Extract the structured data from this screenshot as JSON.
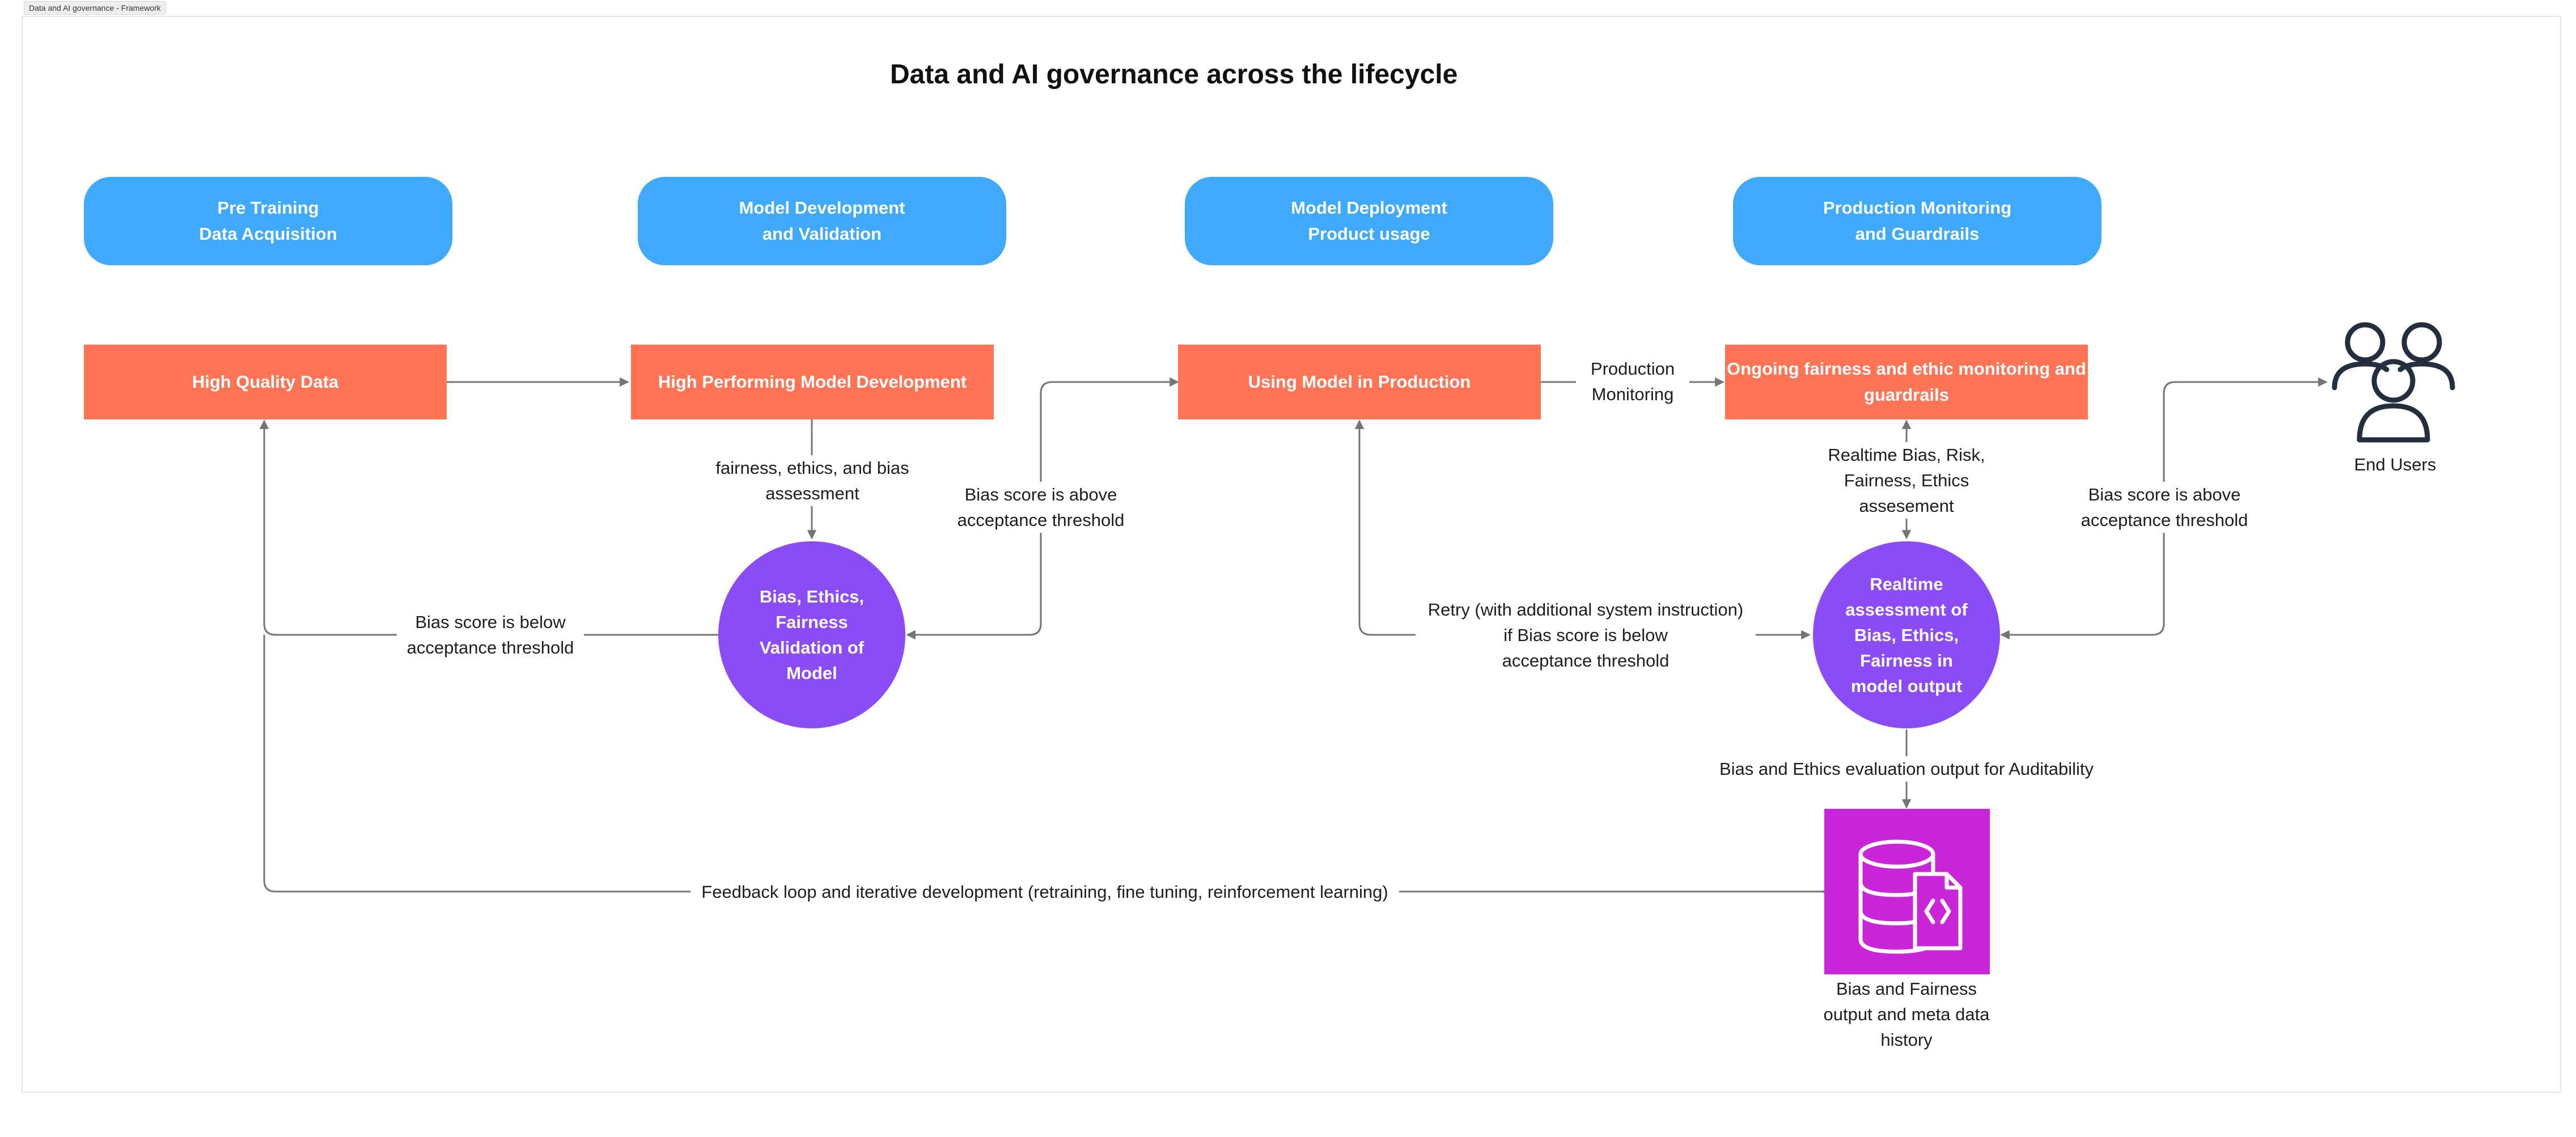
{
  "frame": {
    "tab_label": "Data and AI governance - Framework"
  },
  "title": "Data and AI governance across the lifecycle",
  "phases": [
    {
      "line1": "Pre Training",
      "line2": "Data Acquisition"
    },
    {
      "line1": "Model Development",
      "line2": "and Validation"
    },
    {
      "line1": "Model Deployment",
      "line2": "Product usage"
    },
    {
      "line1": "Production Monitoring",
      "line2": "and Guardrails"
    }
  ],
  "steps": {
    "data": "High Quality Data",
    "model_dev": "High Performing Model Development",
    "production": "Using Model in Production",
    "monitoring": {
      "line1": "Ongoing fairness and ethic monitoring and",
      "line2": "guardrails"
    }
  },
  "validation_circle": {
    "lines": [
      "Bias, Ethics,",
      "Fairness",
      "Validation of",
      "Model"
    ]
  },
  "realtime_circle": {
    "lines": [
      "Realtime",
      "assessment of",
      "Bias, Ethics,",
      "Fairness in",
      "model output"
    ]
  },
  "labels": {
    "fairness_assessment": {
      "line1": "fairness, ethics, and bias",
      "line2": "assessment"
    },
    "bias_above_left": {
      "line1": "Bias score is above",
      "line2": "acceptance threshold"
    },
    "bias_below_left": {
      "line1": "Bias score is below",
      "line2": "acceptance threshold"
    },
    "production_monitoring": {
      "line1": "Production",
      "line2": "Monitoring"
    },
    "realtime_assessment": {
      "line1": "Realtime Bias, Risk,",
      "line2": "Fairness, Ethics",
      "line3": "assesement"
    },
    "retry": {
      "line1": "Retry (with additional system instruction)",
      "line2": "if Bias score is below",
      "line3": "acceptance threshold"
    },
    "bias_above_right": {
      "line1": "Bias score is above",
      "line2": "acceptance threshold"
    },
    "auditability": "Bias and Ethics evaluation output for Auditability",
    "feedback_loop": "Feedback loop and iterative development (retraining, fine tuning, reinforcement learning)",
    "history": {
      "line1": "Bias and Fairness",
      "line2": "output and meta data",
      "line3": "history"
    },
    "end_users": "End Users"
  },
  "colors": {
    "phase": "#3fa9fb",
    "step": "#fe7455",
    "circle": "#8b4bf7",
    "database": "#c826d8",
    "connector": "#757575",
    "users_icon": "#232f3e"
  },
  "icons": {
    "database": "database-code-icon",
    "users": "users-group-icon"
  }
}
